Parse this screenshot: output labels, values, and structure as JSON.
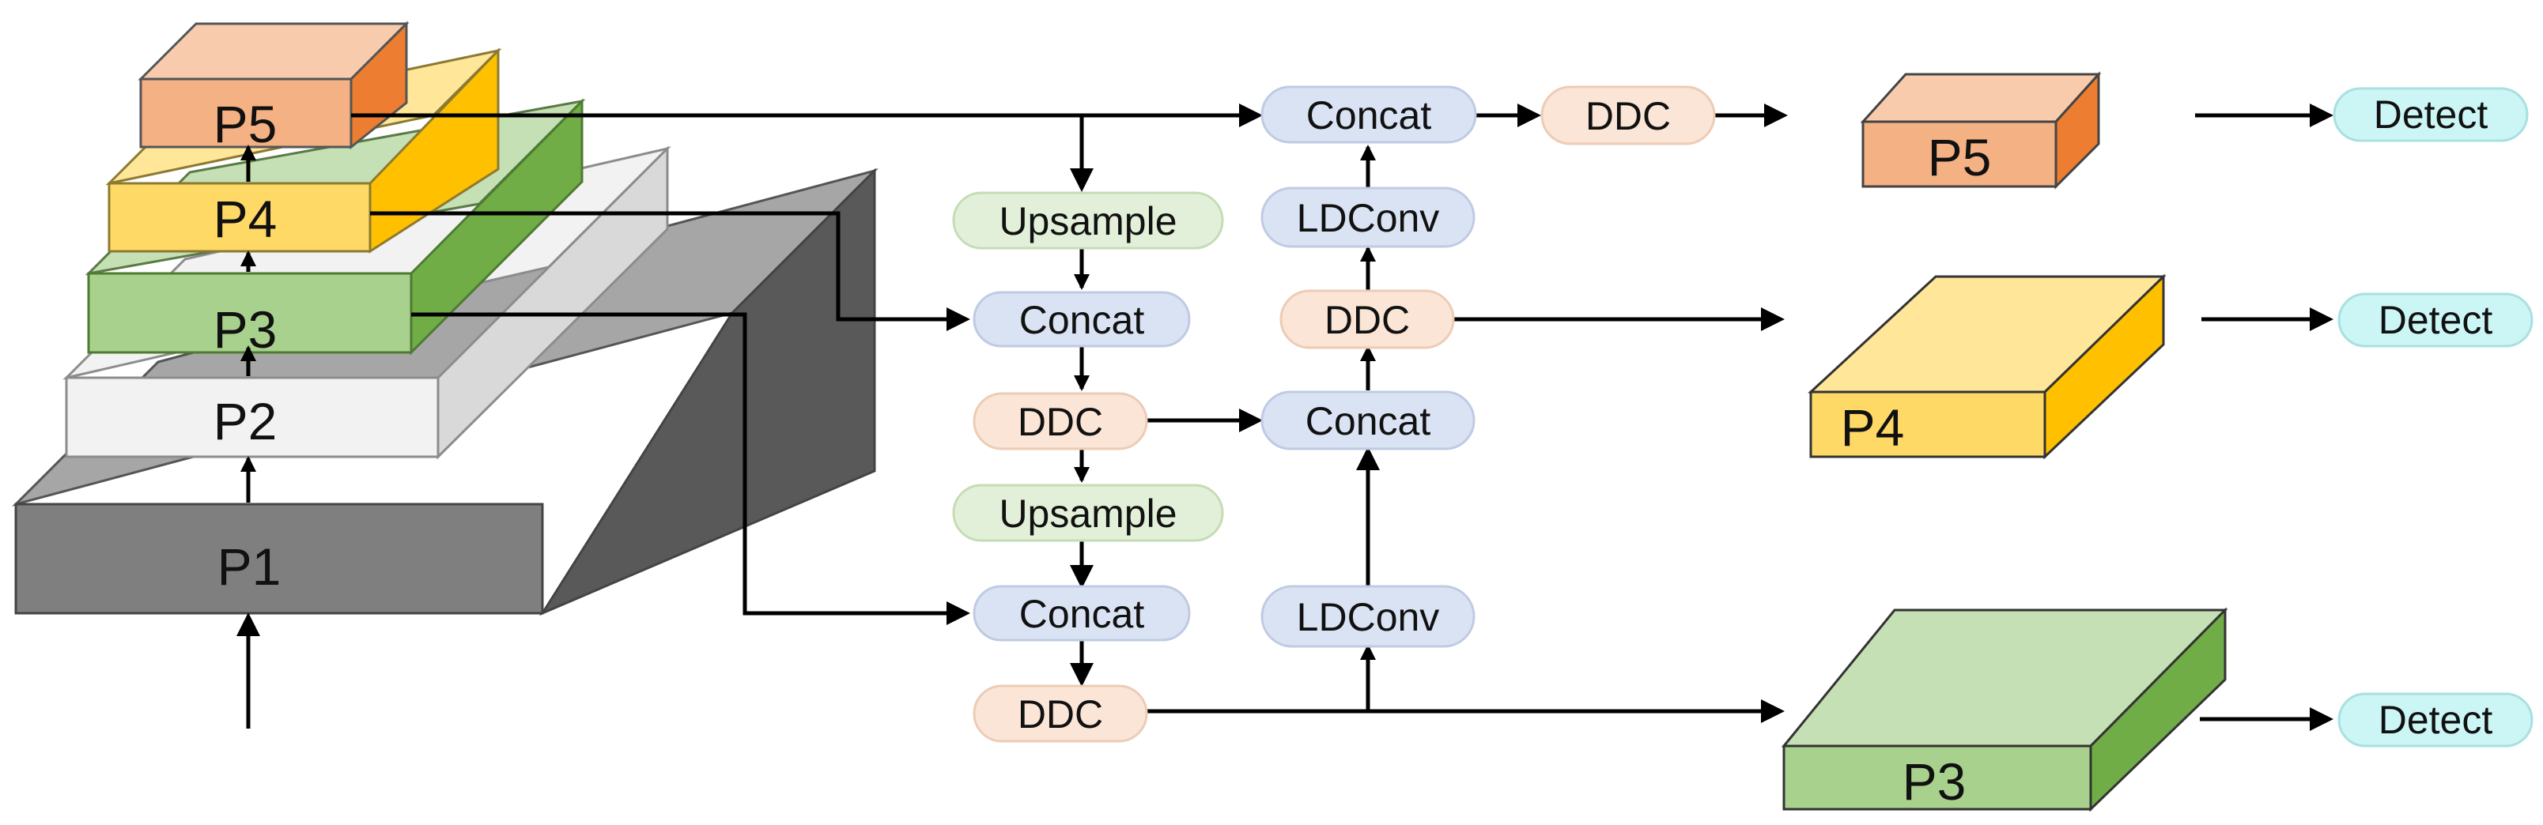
{
  "backbone": {
    "p1": "P1",
    "p2": "P2",
    "p3": "P3",
    "p4": "P4",
    "p5": "P5"
  },
  "neck": {
    "upsample_top": "Upsample",
    "concat_mid": "Concat",
    "ddc_mid": "DDC",
    "upsample_bottom": "Upsample",
    "concat_low": "Concat",
    "ddc_low": "DDC",
    "concat_top": "Concat",
    "ddc_top": "DDC",
    "ldconv_top": "LDConv",
    "ddc_middle_right": "DDC",
    "concat_right": "Concat",
    "ldconv_bottom": "LDConv"
  },
  "outputs": {
    "p5": "P5",
    "p4": "P4",
    "p3": "P3"
  },
  "detect": {
    "top": "Detect",
    "middle": "Detect",
    "bottom": "Detect"
  },
  "colors": {
    "p1": "#7f7f7f",
    "p2": "#f2f2f2",
    "p3": "#a9d18e",
    "p4": "#ffd966",
    "p5": "#f4b183",
    "upsample": "#e2f0d9",
    "concat": "#dae3f3",
    "ddc": "#fbe5d6",
    "ldconv": "#dae3f3",
    "detect": "#ccf5f5"
  }
}
